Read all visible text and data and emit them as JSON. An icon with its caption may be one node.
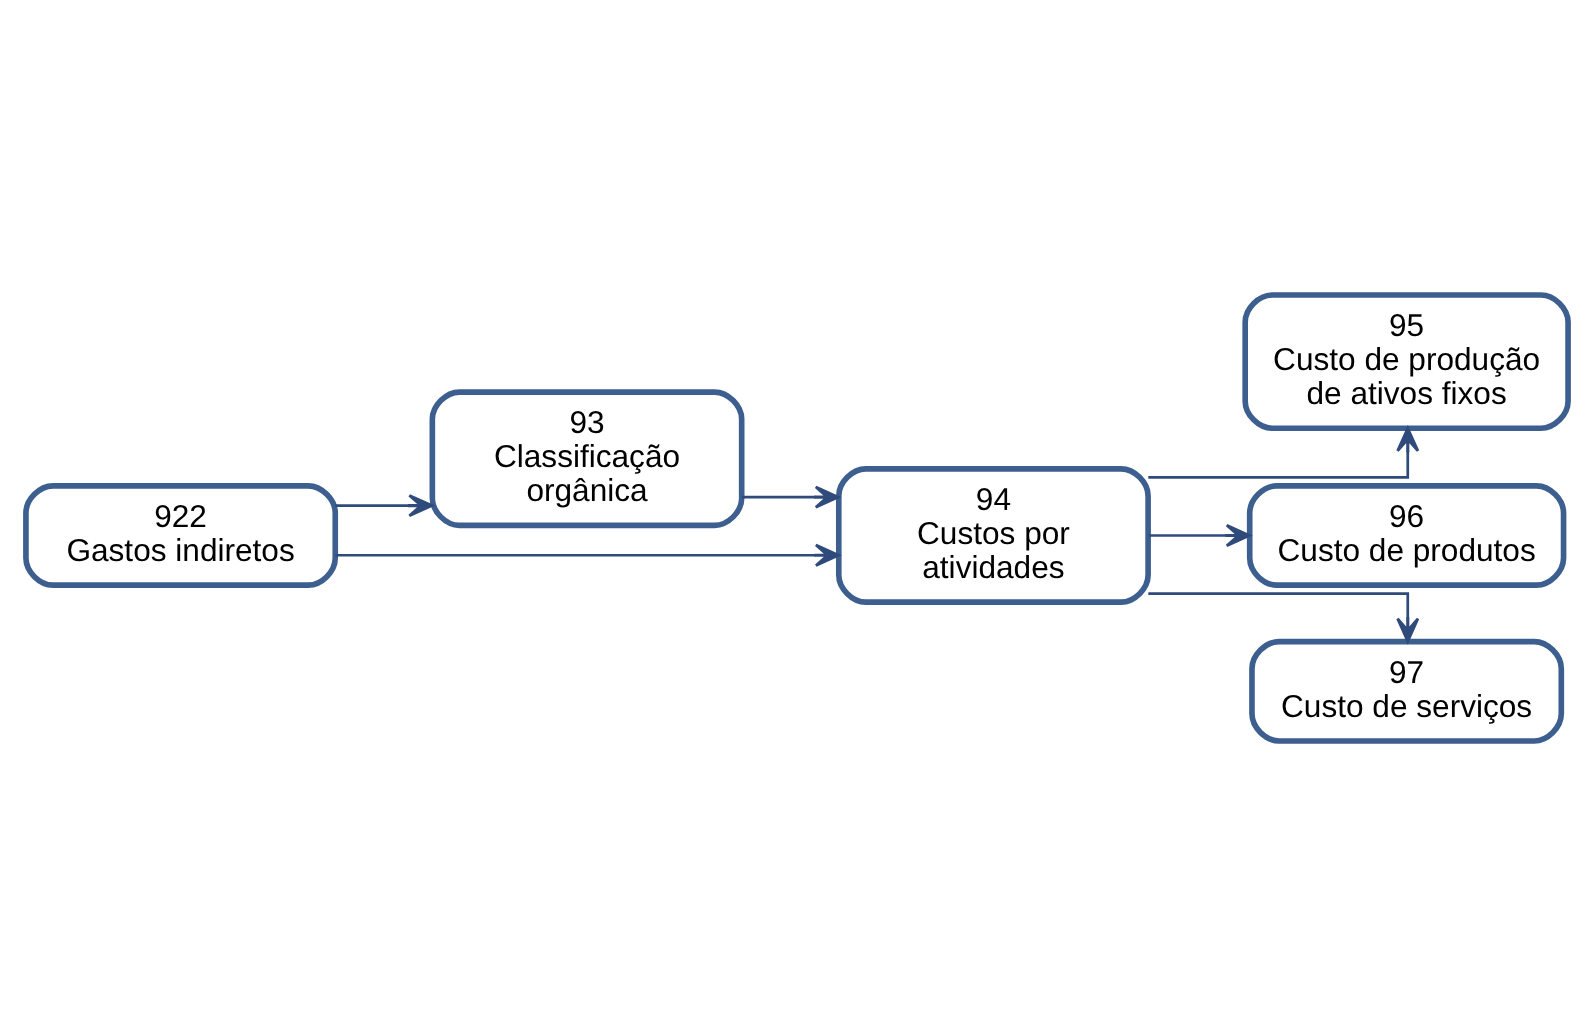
{
  "diagram": {
    "nodes": [
      {
        "text": [
          "922",
          "Gastos indiretos"
        ]
      },
      {
        "text": [
          "93",
          "Classificação orgânica"
        ]
      },
      {
        "text": [
          "94",
          "Custos por atividades"
        ]
      },
      {
        "text": [
          "95",
          "Custo de produção de ativos fixos"
        ]
      },
      {
        "text": [
          "96",
          "Custo de produtos"
        ]
      },
      {
        "text": [
          "97",
          "Custo de serviços"
        ]
      }
    ],
    "edges": [
      {
        "from": 0,
        "to": 1,
        "arrow": "to"
      },
      {
        "from": 0,
        "to": 2,
        "arrow": "to"
      },
      {
        "from": 1,
        "to": 2,
        "arrow": "to"
      },
      {
        "from": 2,
        "to": 3,
        "arrow": "to"
      },
      {
        "from": 2,
        "to": 4,
        "arrow": "to"
      },
      {
        "from": 2,
        "to": 5,
        "arrow": "to"
      }
    ]
  }
}
